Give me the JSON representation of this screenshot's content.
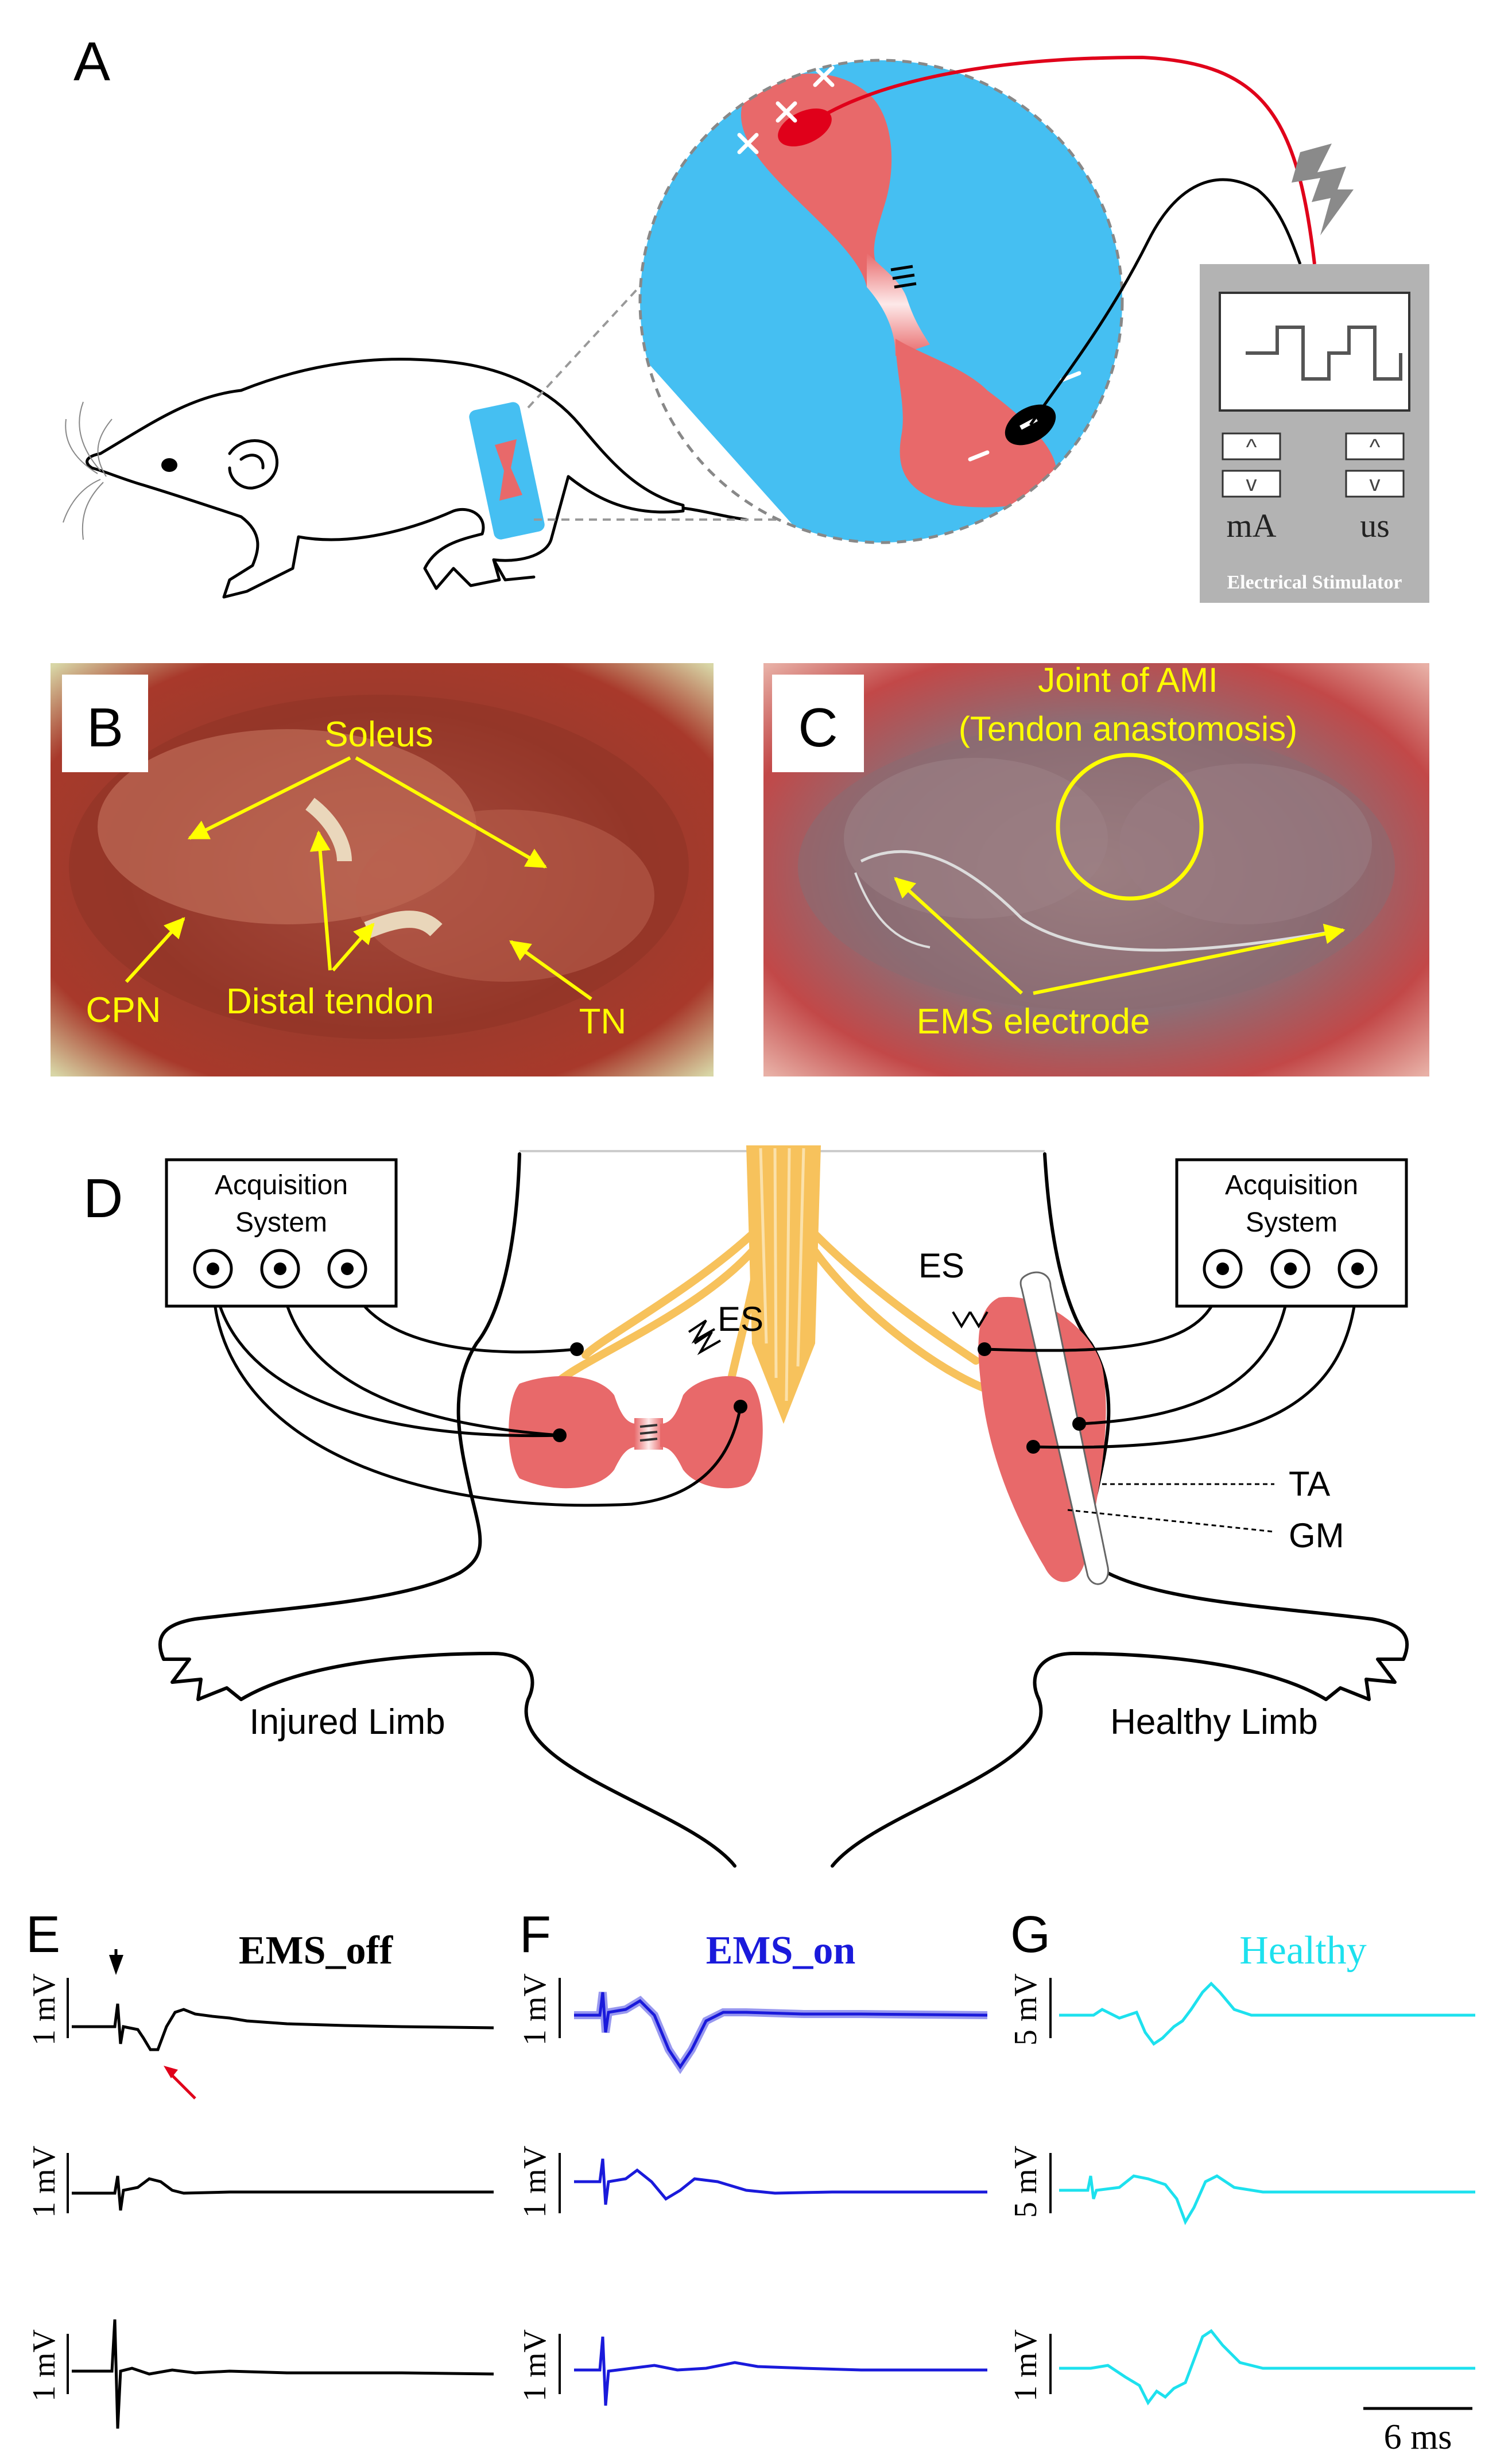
{
  "panels": {
    "A": {
      "letter": "A",
      "stimulator": {
        "label": "Electrical Stimulator",
        "unit_current": "mA",
        "unit_duration": "us",
        "up_glyph": "^",
        "down_glyph": "v"
      }
    },
    "B": {
      "letter": "B",
      "labels": {
        "soleus": "Soleus",
        "cpn": "CPN",
        "distal_tendon": "Distal tendon",
        "tn": "TN"
      }
    },
    "C": {
      "letter": "C",
      "labels": {
        "joint_line1": "Joint of AMI",
        "joint_line2": "(Tendon anastomosis)",
        "ems_electrode": "EMS electrode"
      }
    },
    "D": {
      "letter": "D",
      "acq_left_line1": "Acquisition",
      "acq_left_line2": "System",
      "acq_right_line1": "Acquisition",
      "acq_right_line2": "System",
      "es_left": "ES",
      "es_right": "ES",
      "ta": "TA",
      "gm": "GM",
      "injured_limb": "Injured Limb",
      "healthy_limb": "Healthy Limb"
    },
    "E": {
      "letter": "E",
      "title": "EMS_off",
      "color": "#000000",
      "scales": [
        "1 mV",
        "1 mV",
        "1 mV"
      ]
    },
    "F": {
      "letter": "F",
      "title": "EMS_on",
      "color": "#1a1adb",
      "scales": [
        "1 mV",
        "1 mV",
        "1 mV"
      ]
    },
    "G": {
      "letter": "G",
      "title": "Healthy",
      "color": "#1de1ee",
      "scales": [
        "5 mV",
        "5 mV",
        "1 mV"
      ]
    }
  },
  "time_scale": "6 ms",
  "colors": {
    "muscle": "#e8696a",
    "tendon_yellow": "#f7c25c",
    "inset_blue": "#45bff2",
    "label_yellow": "#ffff00",
    "red_lead": "#e0001a",
    "stimulator_gray": "#b3b3b3"
  }
}
